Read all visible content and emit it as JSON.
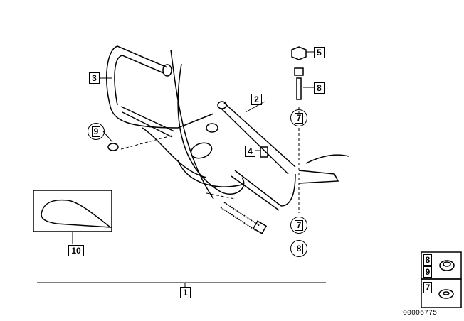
{
  "labels": {
    "l1": "1",
    "l2": "2",
    "l3": "3",
    "l4": "4",
    "l5": "5",
    "l8box": "8",
    "l7a": "7",
    "l7b": "7",
    "l8c": "8",
    "l9": "9",
    "l10": "10"
  },
  "legend": {
    "a1": "8",
    "a2": "9",
    "b1": "7"
  },
  "diagram_code": "00006775"
}
